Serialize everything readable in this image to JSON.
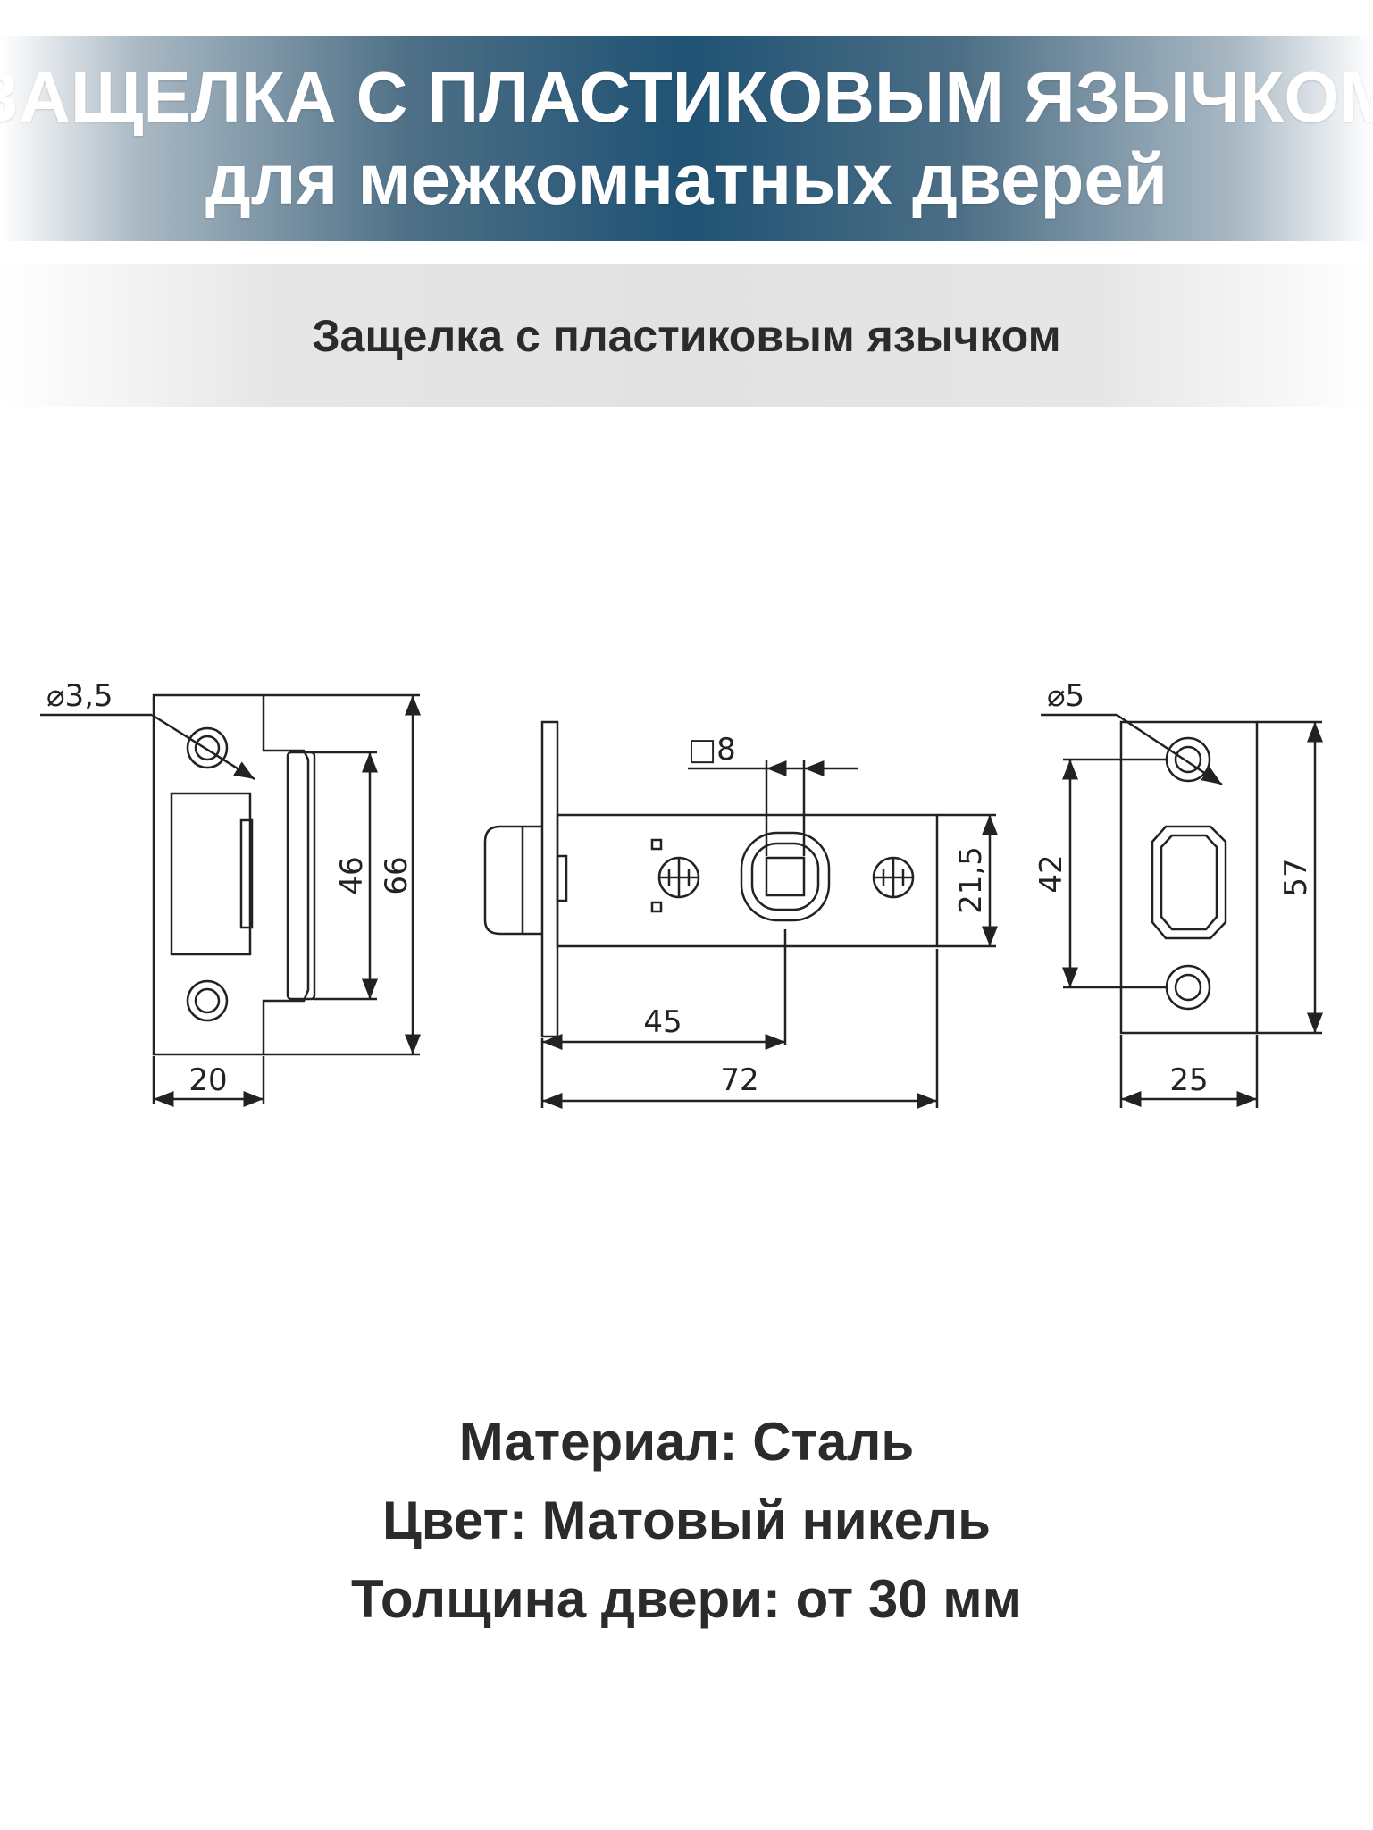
{
  "header": {
    "title_line1": "ЗАЩЕЛКА С ПЛАСТИКОВЫМ ЯЗЫЧКОМ",
    "title_line2": "для межкомнатных дверей"
  },
  "subheader": {
    "text": "Защелка с пластиковым язычком"
  },
  "drawing": {
    "strike_plate": {
      "hole_diameter": "⌀3,5",
      "height_inner": "46",
      "height_total": "66",
      "width": "20"
    },
    "latch_body": {
      "spindle_square": "□8",
      "body_height": "21,5",
      "backset": "45",
      "length": "72"
    },
    "face_plate": {
      "hole_diameter": "⌀5",
      "hole_spacing": "42",
      "height": "57",
      "width": "25"
    }
  },
  "specs": {
    "material": "Материал: Сталь",
    "color": "Цвет: Матовый никель",
    "door_thickness": "Толщина двери: от 30 мм"
  },
  "colors": {
    "banner_center": "#1f5274",
    "banner_text": "#ffffff",
    "text_dark": "#2b2b2b",
    "line": "#222222"
  }
}
